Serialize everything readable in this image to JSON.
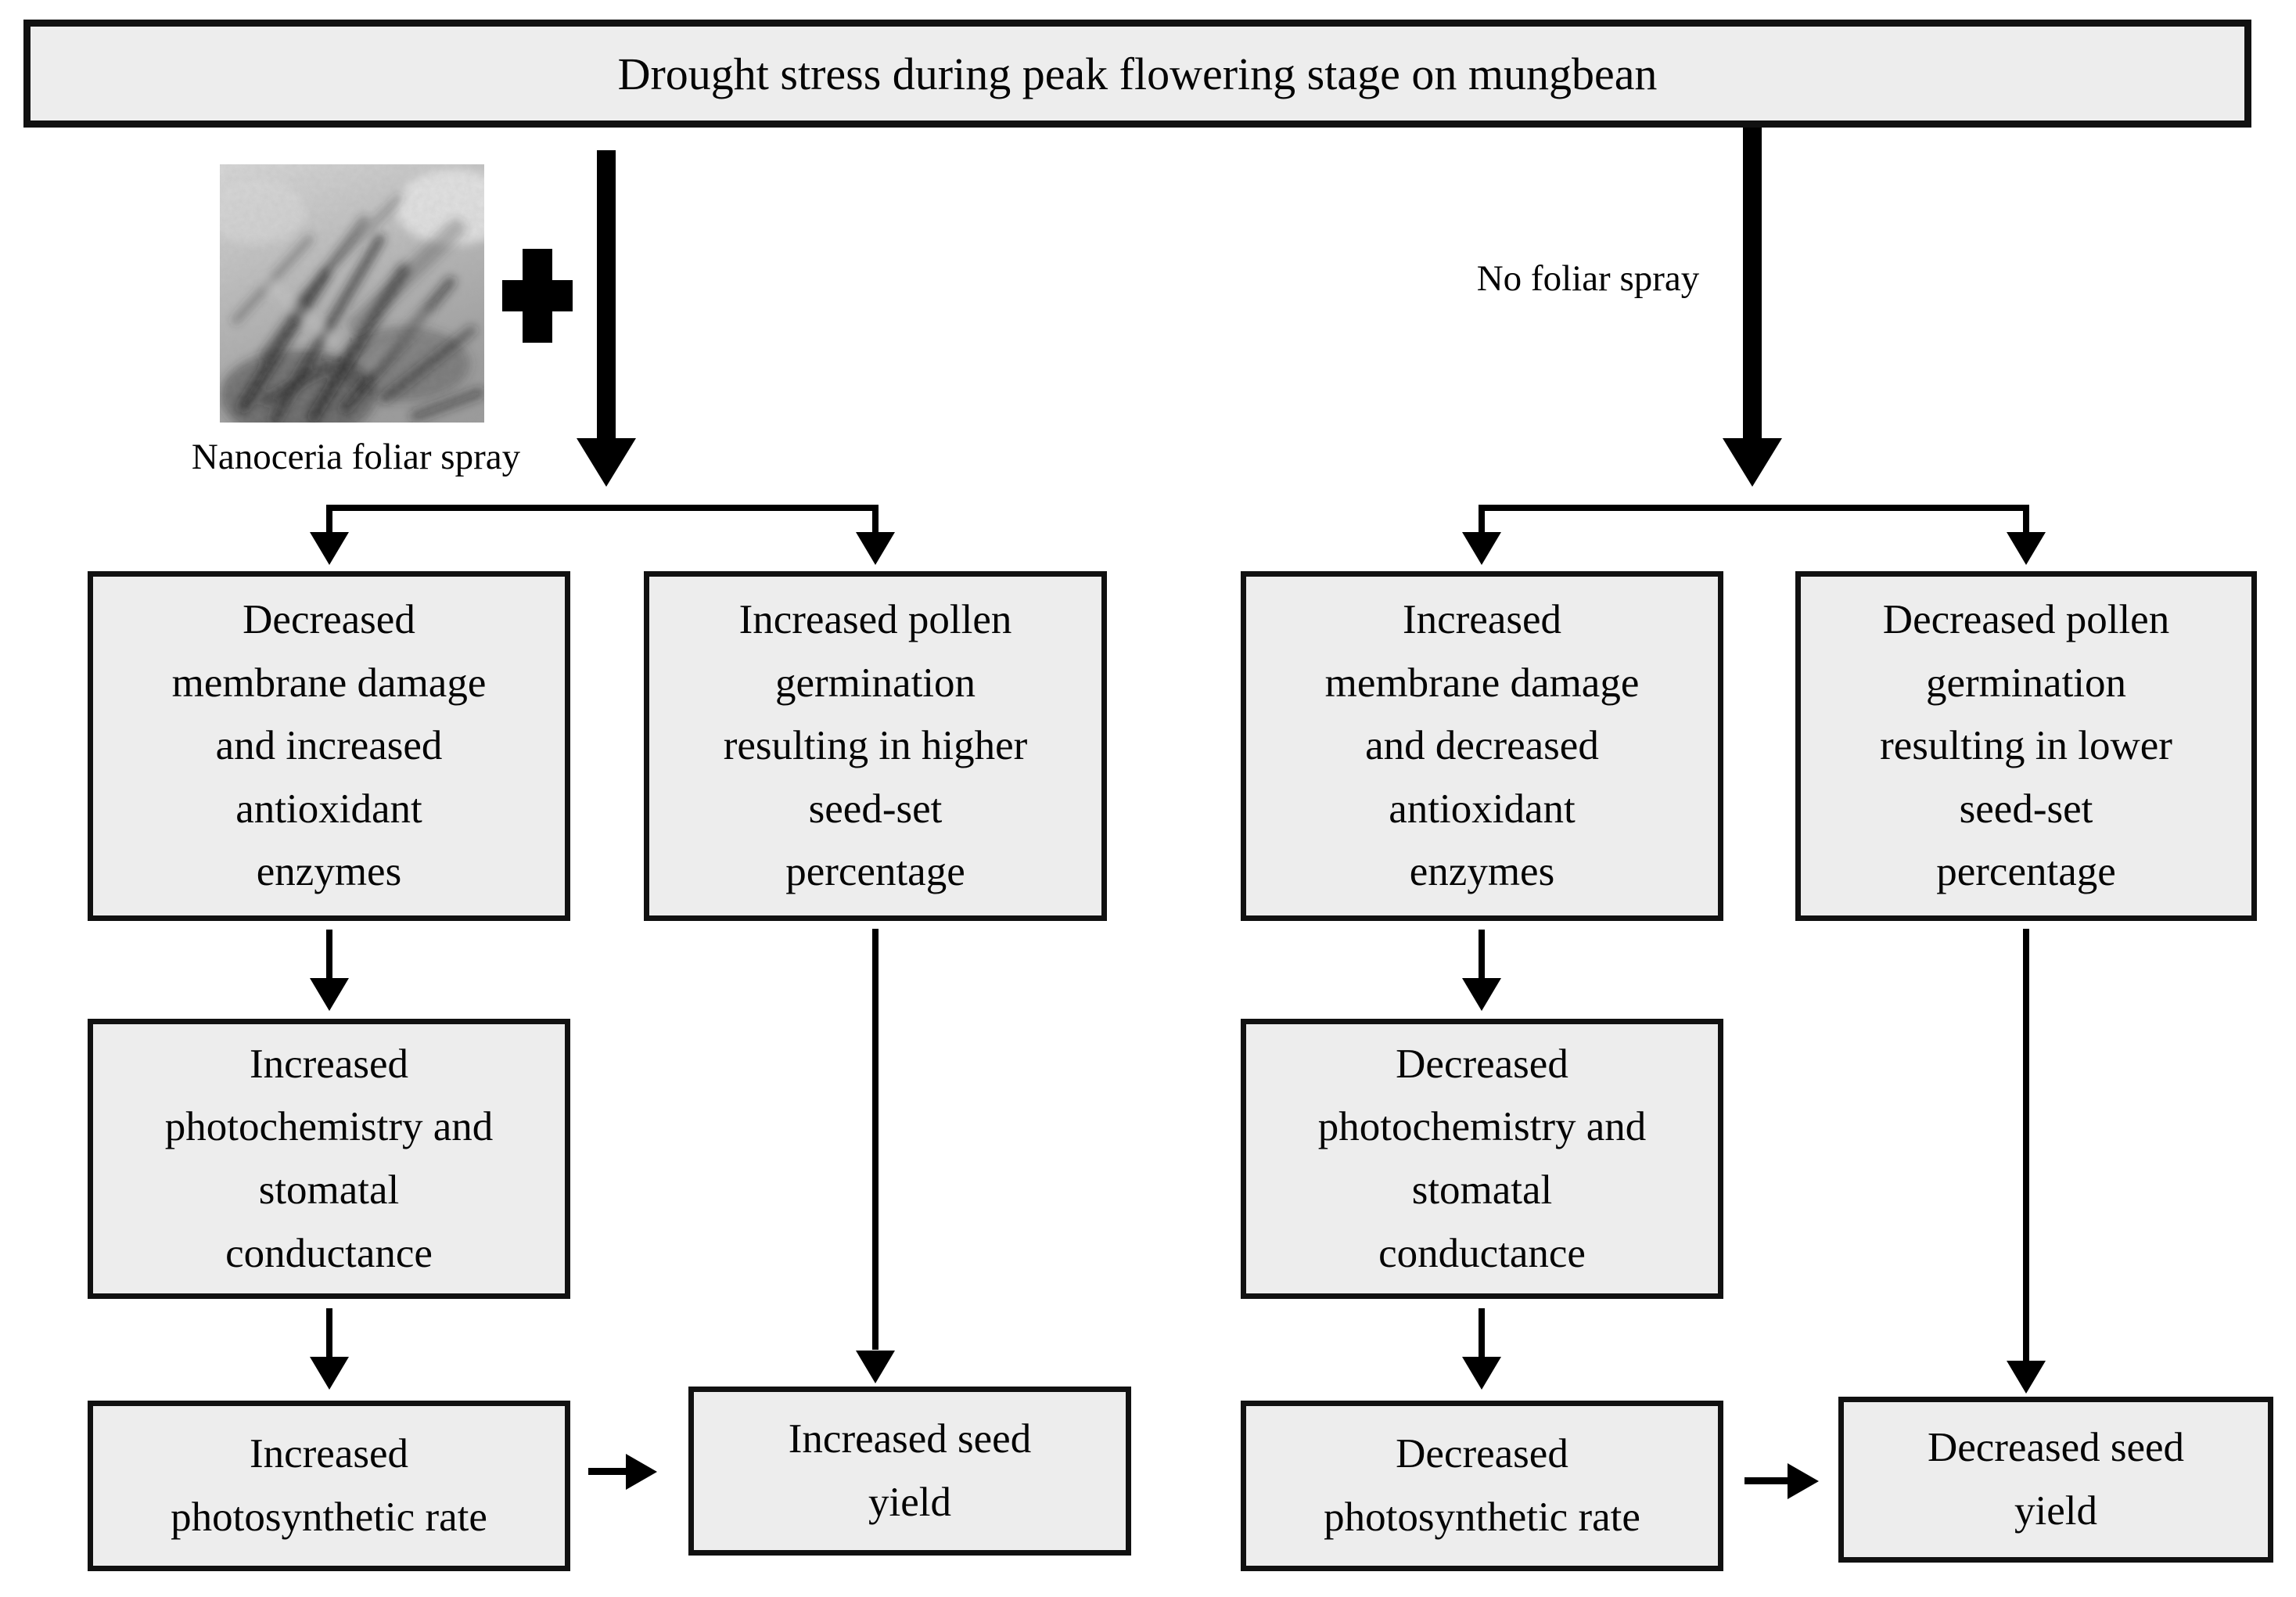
{
  "title": "Drought stress during peak flowering stage on mungbean",
  "treatment": {
    "image_alt": "Nanoceria TEM micrograph",
    "caption": "Nanoceria foliar spray",
    "plus_glyph": "+"
  },
  "control": {
    "label": "No foliar spray"
  },
  "boxes": {
    "treated_membrane": "Decreased\nmembrane damage\nand increased\nantioxidant\nenzymes",
    "treated_pollen": "Increased pollen\ngermination\nresulting in higher\nseed-set\npercentage",
    "treated_photochemistry": "Increased\nphotochemistry and\nstomatal\nconductance",
    "treated_photosynthesis": "Increased\nphotosynthetic rate",
    "treated_yield": "Increased seed\nyield",
    "control_membrane": "Increased\nmembrane damage\nand decreased\nantioxidant\nenzymes",
    "control_pollen": "Decreased pollen\ngermination\nresulting in lower\nseed-set\npercentage",
    "control_photochemistry": "Decreased\nphotochemistry and\nstomatal\nconductance",
    "control_photosynthesis": "Decreased\nphotosynthetic rate",
    "control_yield": "Decreased seed\nyield"
  },
  "colors": {
    "box_bg": "#ededed",
    "box_border": "#111111",
    "line": "#000000",
    "page_bg": "#ffffff"
  }
}
